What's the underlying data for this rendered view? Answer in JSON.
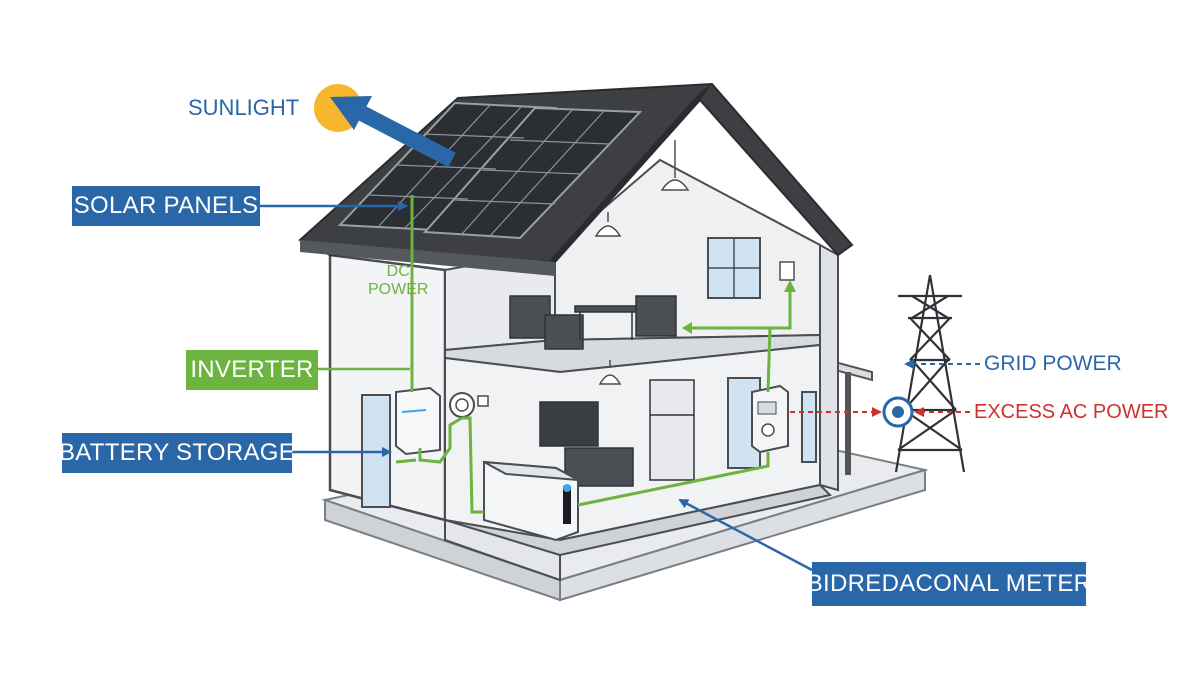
{
  "labels": {
    "sunlight": "SUNLIGHT",
    "solar_panels": "SOLAR PANELS",
    "dc_power_line1": "DC",
    "dc_power_line2": "POWER",
    "inverter": "INVERTER",
    "battery_storage": "BATTERY STORAGE",
    "bidirectional_meter": "BIDREDACONAL METER",
    "grid_power": "GRID POWER",
    "excess_ac_power": "EXCESS AC POWER"
  },
  "colors": {
    "callout_blue": "#2a67a8",
    "callout_green": "#6cb33f",
    "dc_wire_green": "#6cb33f",
    "excess_red": "#d0302a",
    "sun_yellow": "#f6b72e",
    "roof_dark": "#3d3f42",
    "solar_panel": "#2b2e33"
  },
  "icons": [
    "sun-icon",
    "solar-panel-icon",
    "inverter-icon",
    "battery-icon",
    "meter-icon",
    "transmission-tower-icon"
  ]
}
